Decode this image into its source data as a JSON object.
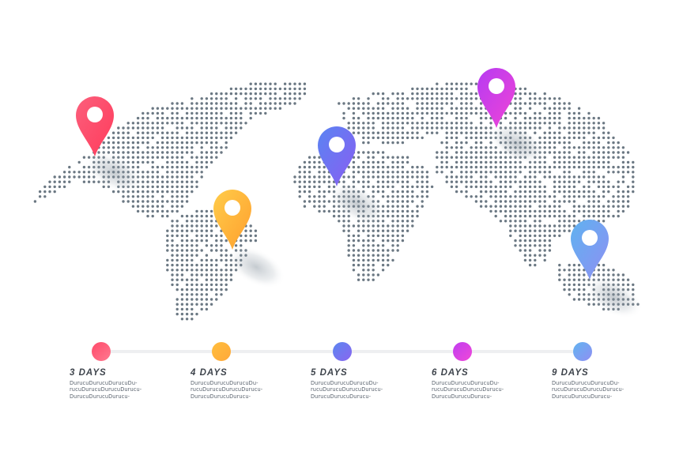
{
  "colors": {
    "dot_map": "#6b7883",
    "shadow": "#9aa5ae",
    "line": "#eeeff1",
    "text_title": "#3e444c",
    "text_body": "#59626d"
  },
  "pins": [
    {
      "name": "pin-red",
      "from": "#fb5f7c",
      "to": "#ff3b5b",
      "icon": "location-pin-icon"
    },
    {
      "name": "pin-orange",
      "from": "#ffcc4a",
      "to": "#ff9f2e",
      "icon": "location-pin-icon"
    },
    {
      "name": "pin-blue",
      "from": "#5a84f2",
      "to": "#8a5df2",
      "icon": "location-pin-icon"
    },
    {
      "name": "pin-magenta",
      "from": "#b63bf2",
      "to": "#f044d6",
      "icon": "location-pin-icon"
    },
    {
      "name": "pin-lightblue",
      "from": "#5fb2f0",
      "to": "#8f8ff3",
      "icon": "location-pin-icon"
    }
  ],
  "timeline": {
    "steps": [
      {
        "label": "3 DAYS",
        "desc": [
          "DurucuDurucuDurucuDu-",
          "rucuDurucuDurucuDurucu-",
          "DurucuDurucuDurucu-"
        ],
        "color_from": "#ff4a6a",
        "color_to": "#ff7a90"
      },
      {
        "label": "4 DAYS",
        "desc": [
          "DurucuDurucuDurucuDu-",
          "rucuDurucuDurucuDurucu-",
          "DurucuDurucuDurucu-"
        ],
        "color_from": "#ffbe3d",
        "color_to": "#ffa83a"
      },
      {
        "label": "5 DAYS",
        "desc": [
          "DurucuDurucuDurucuDu-",
          "rucuDurucuDurucuDurucu-",
          "DurucuDurucuDurucu-"
        ],
        "color_from": "#5b86f0",
        "color_to": "#8a66f0"
      },
      {
        "label": "6 DAYS",
        "desc": [
          "DurucuDurucuDurucuDu-",
          "rucuDurucuDurucuDurucu-",
          "DurucuDurucuDurucu-"
        ],
        "color_from": "#c03ef0",
        "color_to": "#f048d8"
      },
      {
        "label": "9 DAYS",
        "desc": [
          "DurucuDurucuDurucuDu-",
          "rucuDurucuDurucuDurucu-",
          "DurucuDurucuDurucu-"
        ],
        "color_from": "#62b4f0",
        "color_to": "#8f8ff3"
      }
    ]
  }
}
